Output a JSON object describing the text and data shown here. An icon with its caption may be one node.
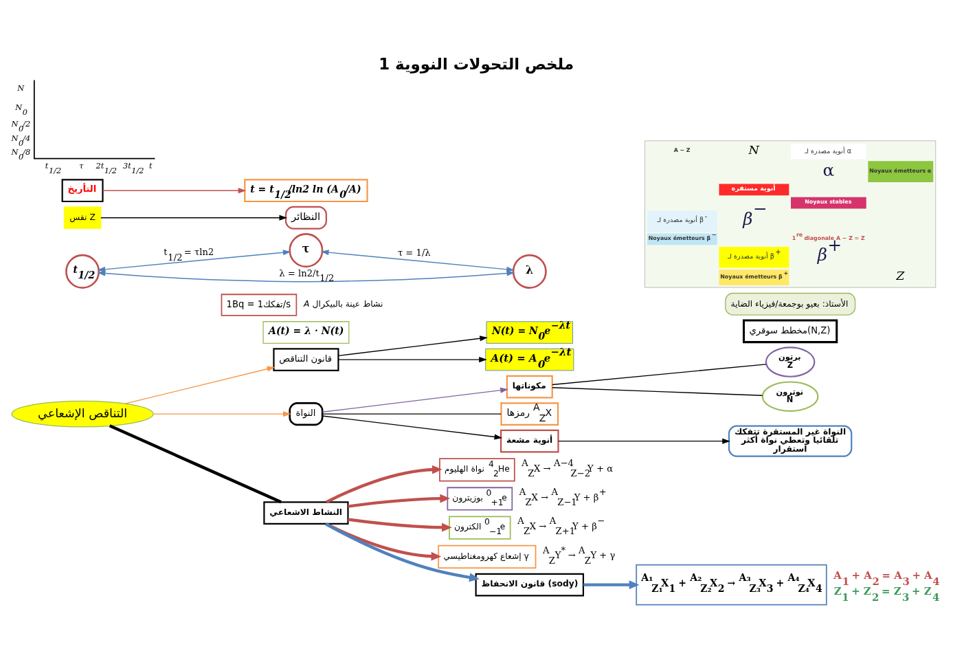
{
  "diagram": {
    "title": "ملخص التحولات النووية 1",
    "nodes": [
      {
        "text": [
          "التناقص الإشعاعي"
        ]
      },
      {
        "text": [
          "قانون التناقص"
        ]
      },
      {
        "text": [
          "N(t) = N$_{0}$e$^{−λt}$"
        ]
      },
      {
        "text": [
          "A(t) = A$_{0}$e$^{−λt}$"
        ]
      },
      {
        "text": [
          "A(t) = λ · N(t)"
        ]
      },
      {
        "text": [
          "1Bq = 1تفكك/s"
        ],
        "beside": [
          "*A* نشاط عينة بالبيكرال"
        ]
      },
      {
        "text": [
          "t$_{1/2}$"
        ]
      },
      {
        "text": [
          "τ"
        ]
      },
      {
        "text": [
          "λ"
        ]
      },
      {
        "text": [
          "النواة"
        ]
      },
      {
        "text": [
          "مكوناتها"
        ]
      },
      {
        "text": [
          "برتون",
          "Z"
        ]
      },
      {
        "text": [
          "نوترون",
          "N"
        ]
      },
      {
        "text": [
          "رمزها $^{A}$$_{Z}$X"
        ]
      },
      {
        "text": [
          "أنوية مشعة"
        ]
      },
      {
        "text": [
          "النواة غير المستقرة تتفكك تلقائيا وتعطي نواة أكثر استقرار"
        ]
      },
      {
        "text": [
          "نفس Z"
        ]
      },
      {
        "text": [
          "النظائر"
        ]
      },
      {
        "text": [
          "التأريخ"
        ]
      },
      {
        "text": [
          "t = t$_{1/2}$/ln2 ln (A$_{0}$/A)"
        ]
      },
      {
        "text": [
          "النشاط الاشعاعي"
        ]
      },
      {
        "text": [
          "نواة الهليوم $^{4}$$_{2}$He"
        ],
        "beside": [
          "$^{A}$$_{Z}$X → $^{A−4}$$_{Z−2}$Y + α"
        ]
      },
      {
        "text": [
          "بوزيترون $^{0}$$_{+1}$e"
        ],
        "beside": [
          "$^{A}$$_{Z}$X → $^{A}$$_{Z−1}$Y + β$^{+}$"
        ]
      },
      {
        "text": [
          "الكترون $^{0}$$_{−1}$e"
        ],
        "beside": [
          "$^{A}$$_{Z}$X → $^{A}$$_{Z+1}$Y + β$^{−}$"
        ]
      },
      {
        "text": [
          "إشعاع كهرومغناطيسي γ"
        ],
        "beside": [
          "$^{A}$$_{Z}$Y$^{*}$ → $^{A}$$_{Z}$Y + γ"
        ]
      },
      {
        "text": [
          "قانون الانحفاظ (sody)"
        ]
      },
      {
        "text": [
          "$^{A₁}$$_{Z₁}$X$_{1}$ + $^{A₂}$$_{Z₂}$X$_{2}$ → $^{A₃}$$_{Z₃}$X$_{3}$ + $^{A₄}$$_{Z₄}$X$_{4}$"
        ],
        "beside": [
          "A$_{1}$ + A$_{2}$ = A$_{3}$ + A$_{4}$",
          "Z$_{1}$ + Z$_{2}$ = Z$_{3}$ + Z$_{4}$"
        ]
      },
      {
        "text": [
          "مخطط سوقري(N,Z)"
        ]
      },
      {
        "text": [
          "الأستاذ: بعيو بوجمعة/فيزياء الضاية"
        ]
      },
      {
        "text": [
          "N",
          "N$_{0}$",
          "N$_{0}$/2",
          "N$_{0}$/4",
          "N$_{0}$/8",
          "t",
          "3t$_{1/2}$",
          "2t$_{1/2}$",
          "τ",
          "t$_{1/2}$"
        ]
      },
      {
        "text": [
          "أنوية مصدرة لـ α",
          "N",
          "A − Z",
          "Noyaux émetteurs α",
          "α",
          "أنوية مستقرة",
          "Noyaux stables",
          "β$^{−}$",
          "أنوية مصدرة لـ β$^{-}$",
          "1$^{re}$ diagonale A − Z = Z",
          "Noyaux émetteurs β$^{−}$",
          "β$^{+}$",
          "أنوية مصدرة لـ β$^{+}$",
          "Z",
          "Noyaux émetteurs β$^{+}$"
        ]
      }
    ],
    "edges": [
      {
        "from": 0,
        "to": 1,
        "arrow": "to",
        "color": "#f79646"
      },
      {
        "from": 1,
        "to": 2,
        "arrow": "to"
      },
      {
        "from": 1,
        "to": 3,
        "arrow": "to"
      },
      {
        "from": 6,
        "to": 7,
        "arrow": "both",
        "color": "#4f81bd",
        "label": "t$_{1/2}$ = τln2"
      },
      {
        "from": 6,
        "to": 8,
        "arrow": "both",
        "color": "#4f81bd",
        "label": "λ = ln2/t$_{1/2}$"
      },
      {
        "from": 7,
        "to": 8,
        "arrow": "both",
        "color": "#4f81bd",
        "label": "τ = 1/λ"
      },
      {
        "from": 0,
        "to": 9,
        "arrow": "to",
        "color": "#f79646"
      },
      {
        "from": 9,
        "to": 10,
        "arrow": "to",
        "color": "#8064a2"
      },
      {
        "from": 10,
        "to": 11,
        "arrow": "none"
      },
      {
        "from": 10,
        "to": 12,
        "arrow": "none"
      },
      {
        "from": 9,
        "to": 13,
        "arrow": "none"
      },
      {
        "from": 9,
        "to": 14,
        "arrow": "to"
      },
      {
        "from": 14,
        "to": 15,
        "arrow": "to"
      },
      {
        "from": 16,
        "to": 17,
        "arrow": "to"
      },
      {
        "from": 18,
        "to": 19,
        "arrow": "to",
        "color": "#c0504d"
      },
      {
        "from": 0,
        "to": 20,
        "arrow": "none",
        "style": "thick"
      },
      {
        "from": 20,
        "to": 21,
        "arrow": "to",
        "style": "thick",
        "color": "#c0504d"
      },
      {
        "from": 20,
        "to": 22,
        "arrow": "to",
        "style": "thick",
        "color": "#c0504d"
      },
      {
        "from": 20,
        "to": 23,
        "arrow": "to",
        "style": "thick",
        "color": "#c0504d"
      },
      {
        "from": 20,
        "to": 24,
        "arrow": "to",
        "style": "thick",
        "color": "#c0504d"
      },
      {
        "from": 20,
        "to": 25,
        "arrow": "to",
        "style": "thick",
        "color": "#4f81bd"
      },
      {
        "from": 25,
        "to": 26,
        "arrow": "to",
        "style": "thick",
        "color": "#4f81bd"
      }
    ]
  }
}
